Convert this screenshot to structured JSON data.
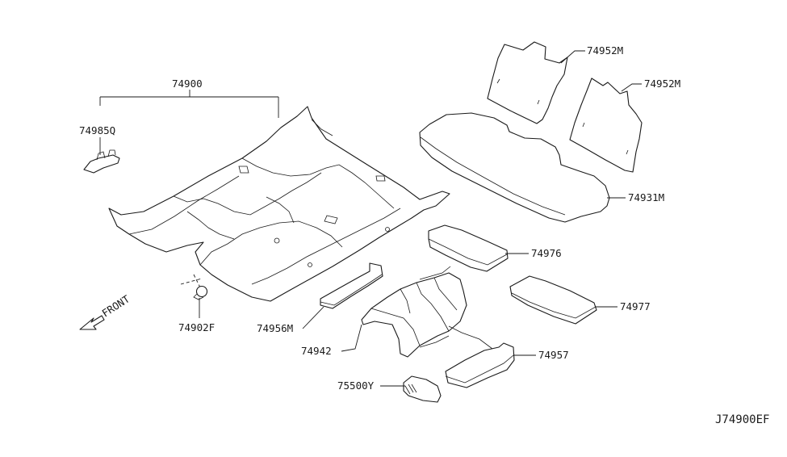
{
  "diagram": {
    "code": "J74900EF",
    "front_label": "FRONT",
    "part_labels": {
      "p74900": "74900",
      "p74985Q": "74985Q",
      "p74902F": "74902F",
      "p74952M_a": "74952M",
      "p74952M_b": "74952M",
      "p74931M": "74931M",
      "p74976": "74976",
      "p74977": "74977",
      "p74956M": "74956M",
      "p74942": "74942",
      "p74957": "74957",
      "p75500Y": "75500Y"
    }
  }
}
